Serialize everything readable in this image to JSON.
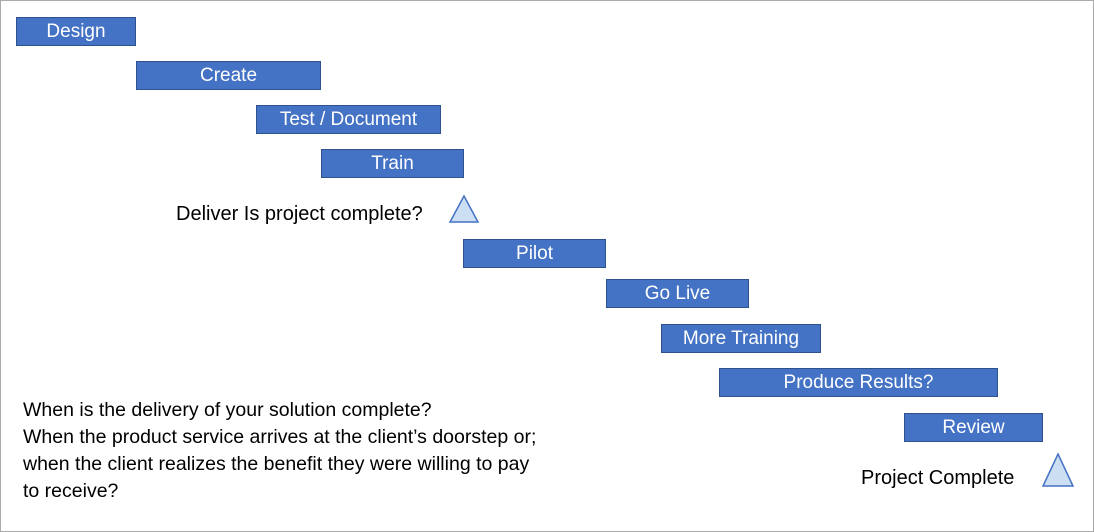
{
  "diagram": {
    "bars": [
      {
        "label": "Design"
      },
      {
        "label": "Create"
      },
      {
        "label": "Test / Document"
      },
      {
        "label": "Train"
      },
      {
        "label": "Pilot"
      },
      {
        "label": "Go Live"
      },
      {
        "label": "More Training"
      },
      {
        "label": "Produce Results?"
      },
      {
        "label": "Review"
      }
    ],
    "milestones": [
      {
        "label": "Deliver Is project complete?"
      },
      {
        "label": "Project Complete"
      }
    ],
    "note_lines": [
      "When is the delivery of your solution complete?",
      "When the product service arrives at the client’s doorstep or;",
      "when the client realizes the benefit they were willing to pay",
      "to receive?"
    ],
    "colors": {
      "bar_fill": "#4472C4",
      "bar_border": "#2F528F",
      "bar_text": "#FFFFFF",
      "triangle_fill": "#CBDEF2",
      "triangle_border": "#4472C4"
    }
  }
}
